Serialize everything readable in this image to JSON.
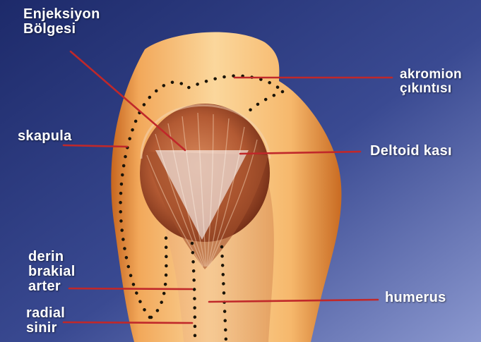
{
  "labels": {
    "injection_zone": "Enjeksiyon\nBölgesi",
    "acromion": "akromion\nçıkıntısı",
    "scapula": "skapula",
    "deltoid": "Deltoid kası",
    "artery": "derin\nbrakial\narter",
    "nerve": "radial\nsinir",
    "humerus": "humerus"
  },
  "colors": {
    "background_top": "#1f2d6e",
    "background_bottom": "#6f7fc0",
    "skin_light": "#f7c27a",
    "skin_dark": "#d9822e",
    "muscle": "#a84a2a",
    "pointer_lines": "#c0282a",
    "dotted_bone_outline": "#1a1408"
  }
}
